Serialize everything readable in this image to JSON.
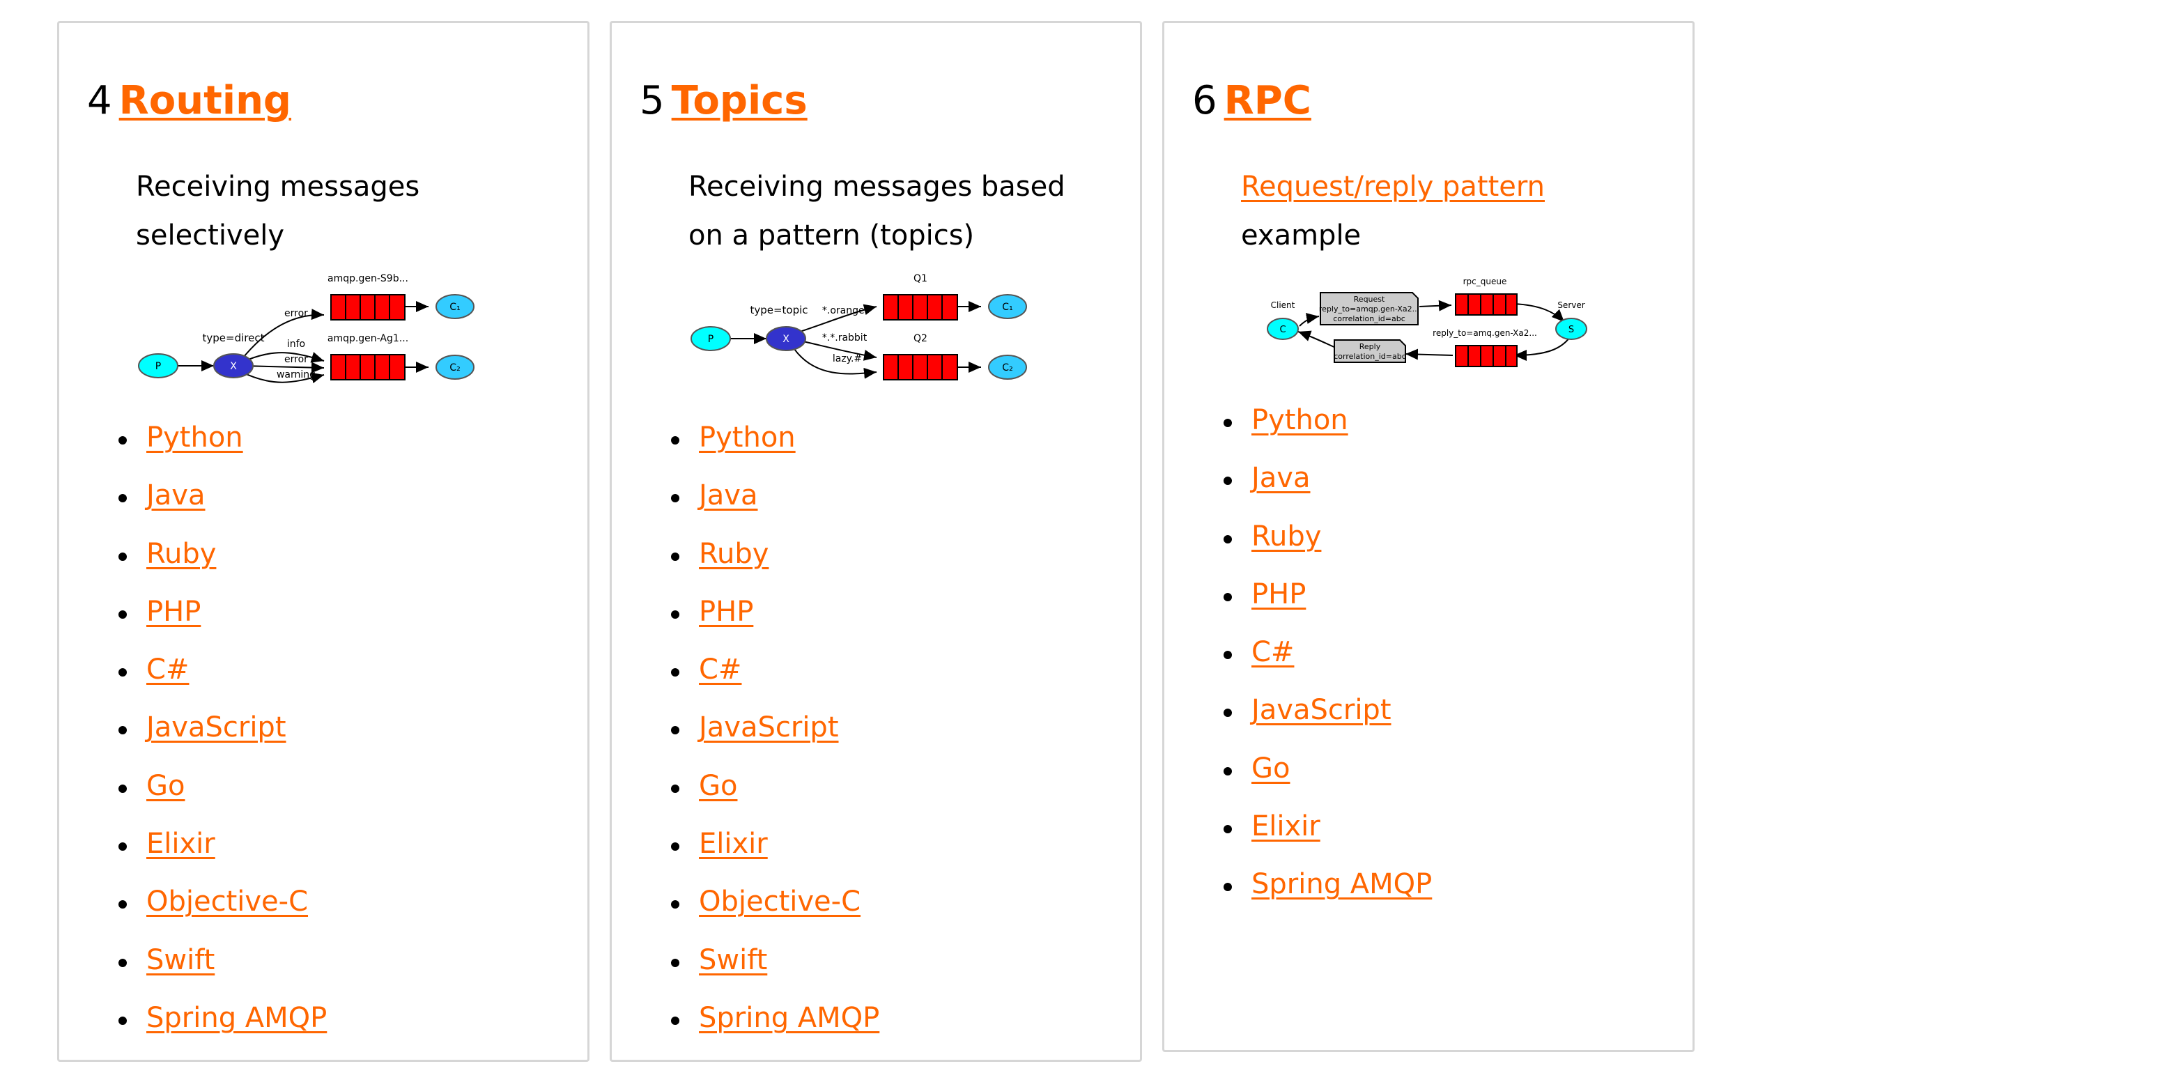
{
  "cards": [
    {
      "number": "4",
      "title": "Routing",
      "desc_text": "Receiving messages selectively",
      "diagram": {
        "producer": "P",
        "exchange": "X",
        "exchange_type": "type=direct",
        "queue1_name": "amqp.gen-S9b...",
        "queue2_name": "amqp.gen-Ag1...",
        "binding_error1": "error",
        "binding_info": "info",
        "binding_error2": "error",
        "binding_warning": "warning",
        "consumer1": "C₁",
        "consumer2": "C₂"
      },
      "languages": [
        "Python",
        "Java",
        "Ruby",
        "PHP",
        "C#",
        "JavaScript",
        "Go",
        "Elixir",
        "Objective-C",
        "Swift",
        "Spring AMQP"
      ]
    },
    {
      "number": "5",
      "title": "Topics",
      "desc_text": "Receiving messages based on a pattern (topics)",
      "diagram": {
        "producer": "P",
        "exchange": "X",
        "exchange_type": "type=topic",
        "queue1_name": "Q1",
        "queue2_name": "Q2",
        "binding_orange": "*.orange.*",
        "binding_rabbit": "*.*.rabbit",
        "binding_lazy": "lazy.#",
        "consumer1": "C₁",
        "consumer2": "C₂"
      },
      "languages": [
        "Python",
        "Java",
        "Ruby",
        "PHP",
        "C#",
        "JavaScript",
        "Go",
        "Elixir",
        "Objective-C",
        "Swift",
        "Spring AMQP"
      ]
    },
    {
      "number": "6",
      "title": "RPC",
      "desc_link": "Request/reply pattern",
      "desc_text": "example",
      "diagram": {
        "client_label": "Client",
        "server_label": "Server",
        "client": "C",
        "server": "S",
        "request_title": "Request",
        "request_reply_to": "reply_to=amqp.gen-Xa2...",
        "request_corr": "correlation_id=abc",
        "reply_title": "Reply",
        "reply_corr": "correlation_id=abc",
        "rpc_queue": "rpc_queue",
        "reply_queue": "reply_to=amq.gen-Xa2..."
      },
      "languages": [
        "Python",
        "Java",
        "Ruby",
        "PHP",
        "C#",
        "JavaScript",
        "Go",
        "Elixir",
        "Spring AMQP"
      ]
    }
  ],
  "colors": {
    "link": "#ff6600",
    "queue_fill": "#ff0000",
    "producer_fill": "#00ffff",
    "exchange_fill": "#3333cc",
    "consumer_fill": "#33ccff",
    "card_border": "#d6d6d6"
  }
}
